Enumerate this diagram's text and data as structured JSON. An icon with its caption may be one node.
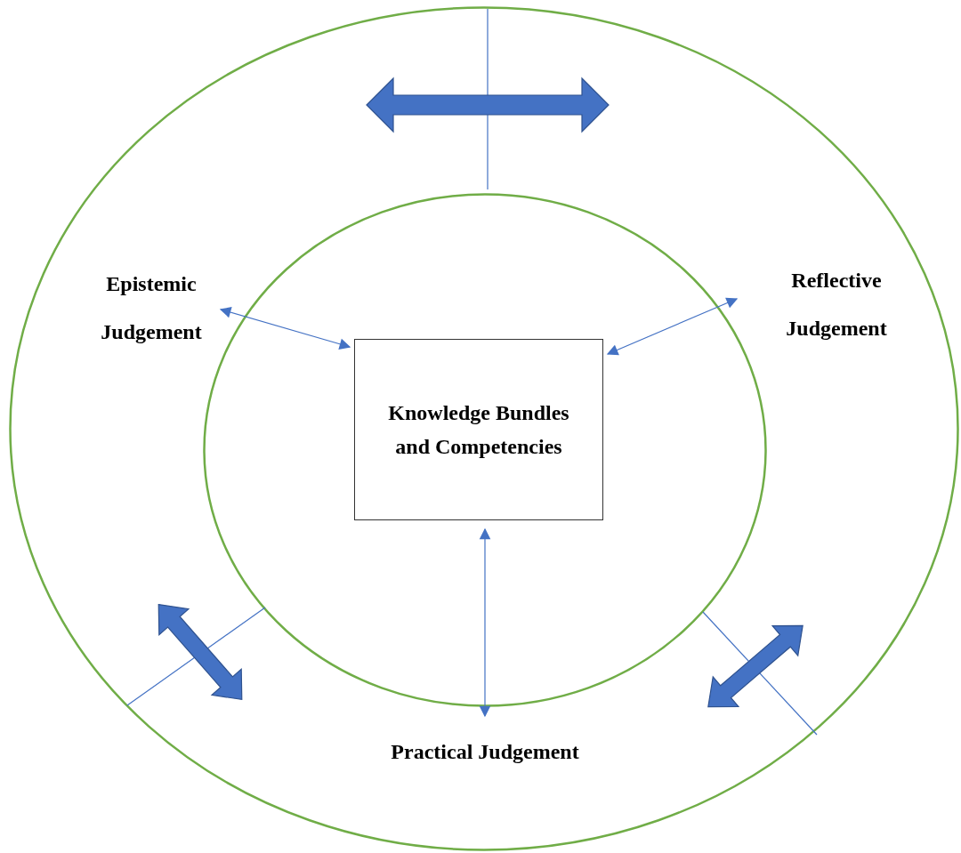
{
  "diagram": {
    "nodes": [
      {
        "text": [],
        "shape": "circle"
      },
      {
        "text": [],
        "shape": "circle",
        "in": 0
      },
      {
        "text": [
          "Knowledge Bundles and Competencies"
        ],
        "in": 1
      },
      {
        "text": [
          "Epistemic Judgement"
        ],
        "in": 0
      },
      {
        "text": [
          "Reflective Judgement"
        ],
        "in": 0
      },
      {
        "text": [
          "Practical Judgement"
        ],
        "in": 0
      }
    ],
    "edges": [
      {
        "from": 3,
        "to": 2,
        "arrow": "both"
      },
      {
        "from": 2,
        "to": 4,
        "arrow": "both"
      },
      {
        "from": 2,
        "to": 5,
        "arrow": "both"
      }
    ]
  }
}
